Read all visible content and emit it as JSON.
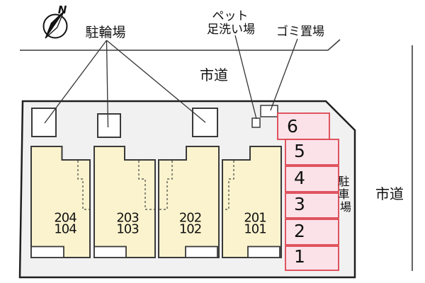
{
  "compass": {
    "north_label": "N"
  },
  "roads": {
    "top_label": "市道",
    "right_label": "市道"
  },
  "facilities": {
    "bicycle_parking_label": "駐輪場",
    "pet_wash_label_line1": "ペット",
    "pet_wash_label_line2": "足洗い場",
    "garbage_label": "ゴミ置場"
  },
  "parking": {
    "area_label_chars": [
      "駐",
      "車",
      "場"
    ],
    "space_numbers": [
      "6",
      "5",
      "4",
      "3",
      "2",
      "1"
    ]
  },
  "building": {
    "units": [
      {
        "upper_label": "204",
        "lower_label": "104"
      },
      {
        "upper_label": "203",
        "lower_label": "103"
      },
      {
        "upper_label": "202",
        "lower_label": "102"
      },
      {
        "upper_label": "201",
        "lower_label": "101"
      }
    ]
  },
  "colors": {
    "property_fill": "#f1f1f1",
    "outline": "#1f1f1f",
    "unit_fill": "#faf3cd",
    "unit_stroke": "#3a3a3a",
    "parking_fill": "#fbe2e9",
    "parking_stroke": "#dd4450"
  }
}
